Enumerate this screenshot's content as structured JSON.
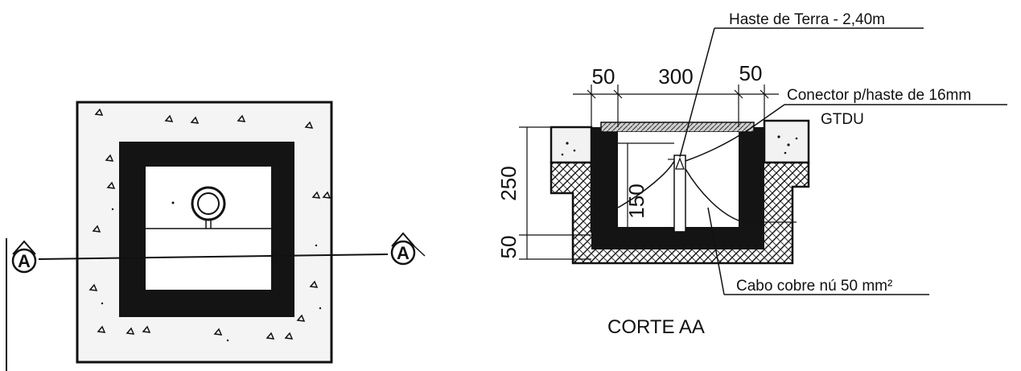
{
  "plan": {
    "section_mark_left": "A",
    "section_mark_right": "A"
  },
  "section": {
    "title": "CORTE AA",
    "dimensions": {
      "top_left": "50",
      "top_center": "300",
      "top_right": "50",
      "height_total": "250",
      "height_inner": "150",
      "height_bottom": "50"
    },
    "labels": {
      "ground_rod": "Haste de Terra - 2,40m",
      "connector": "Conector p/haste de 16mm",
      "cover": "GTDU",
      "cable": "Cabo cobre nú 50 mm²"
    }
  },
  "colors": {
    "ink": "#111111",
    "concrete": "#f2f2f2",
    "wall": "#141414"
  }
}
